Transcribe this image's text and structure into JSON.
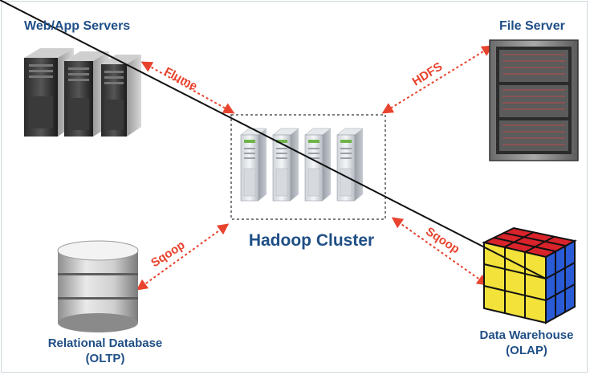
{
  "nodes": {
    "web_servers": "Web/App Servers",
    "file_server": "File Server",
    "hadoop_cluster": "Hadoop Cluster",
    "relational_db": {
      "line1": "Relational Database",
      "line2": "(OLTP)"
    },
    "data_warehouse": {
      "line1": "Data Warehouse",
      "line2": "(OLAP)"
    }
  },
  "connectors": {
    "web_to_hadoop": "Flume",
    "file_to_hadoop": "HDFS",
    "rdb_to_hadoop": "Sqoop",
    "dw_to_hadoop": "Sqoop"
  },
  "colors": {
    "label_blue": "#1f4f86",
    "connector_red": "#e8432e"
  }
}
